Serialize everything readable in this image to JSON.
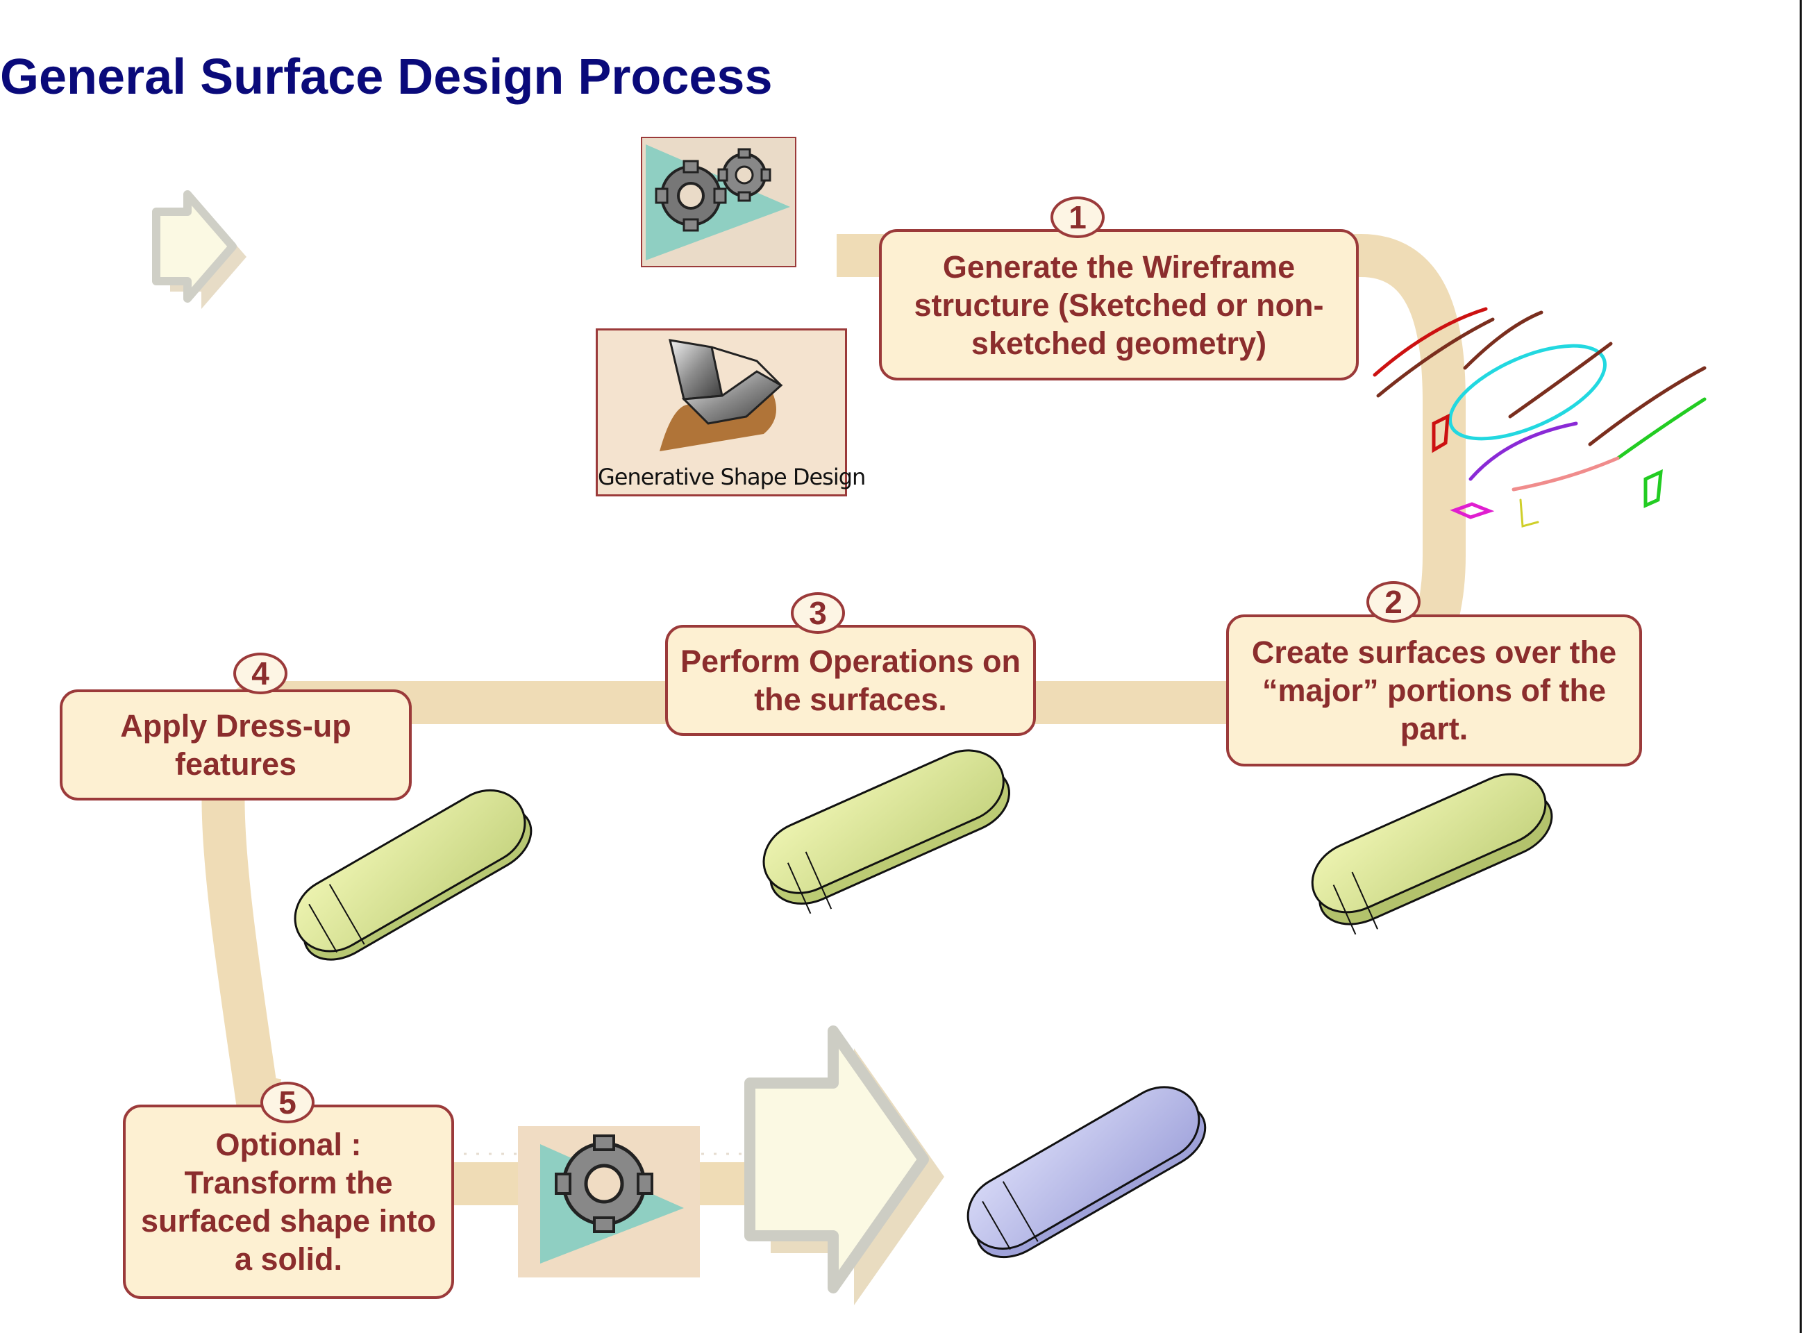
{
  "title": "General Surface Design Process",
  "workbench": {
    "label": "Generative Shape Design"
  },
  "steps": [
    {
      "number": "1",
      "text": "Generate the Wireframe structure (Sketched or non-sketched geometry)"
    },
    {
      "number": "2",
      "text": "Create surfaces over the “major” portions of the part."
    },
    {
      "number": "3",
      "text": "Perform Operations on the surfaces."
    },
    {
      "number": "4",
      "text": "Apply Dress-up features"
    },
    {
      "number": "5",
      "text": "Optional : Transform the surfaced shape into a solid."
    }
  ],
  "colors": {
    "title": "#0a0a7a",
    "box_fill": "#fdf0d2",
    "box_border": "#9b3a3a",
    "box_text": "#8b2d2d",
    "path": "#efdcb6",
    "surface_part": "#dde89a",
    "solid_part": "#b9bbe6"
  },
  "icons": [
    "gears-icon",
    "generative-shape-design-icon",
    "arrow-icon",
    "gear-icon",
    "wireframe-icon"
  ]
}
